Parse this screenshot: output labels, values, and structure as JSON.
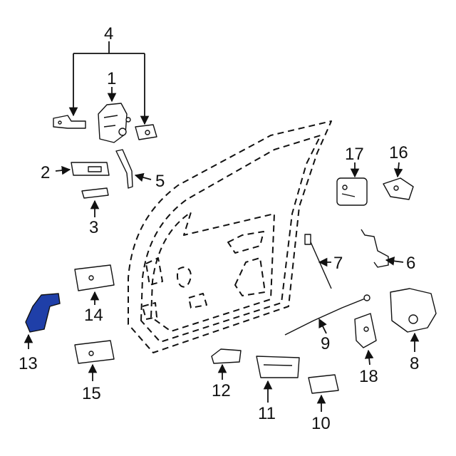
{
  "highlight_color": "#1f3fa8",
  "highlighted_callout": "13",
  "callouts": [
    "1",
    "2",
    "3",
    "4",
    "5",
    "6",
    "7",
    "8",
    "9",
    "10",
    "11",
    "12",
    "13",
    "14",
    "15",
    "16",
    "17",
    "18"
  ]
}
